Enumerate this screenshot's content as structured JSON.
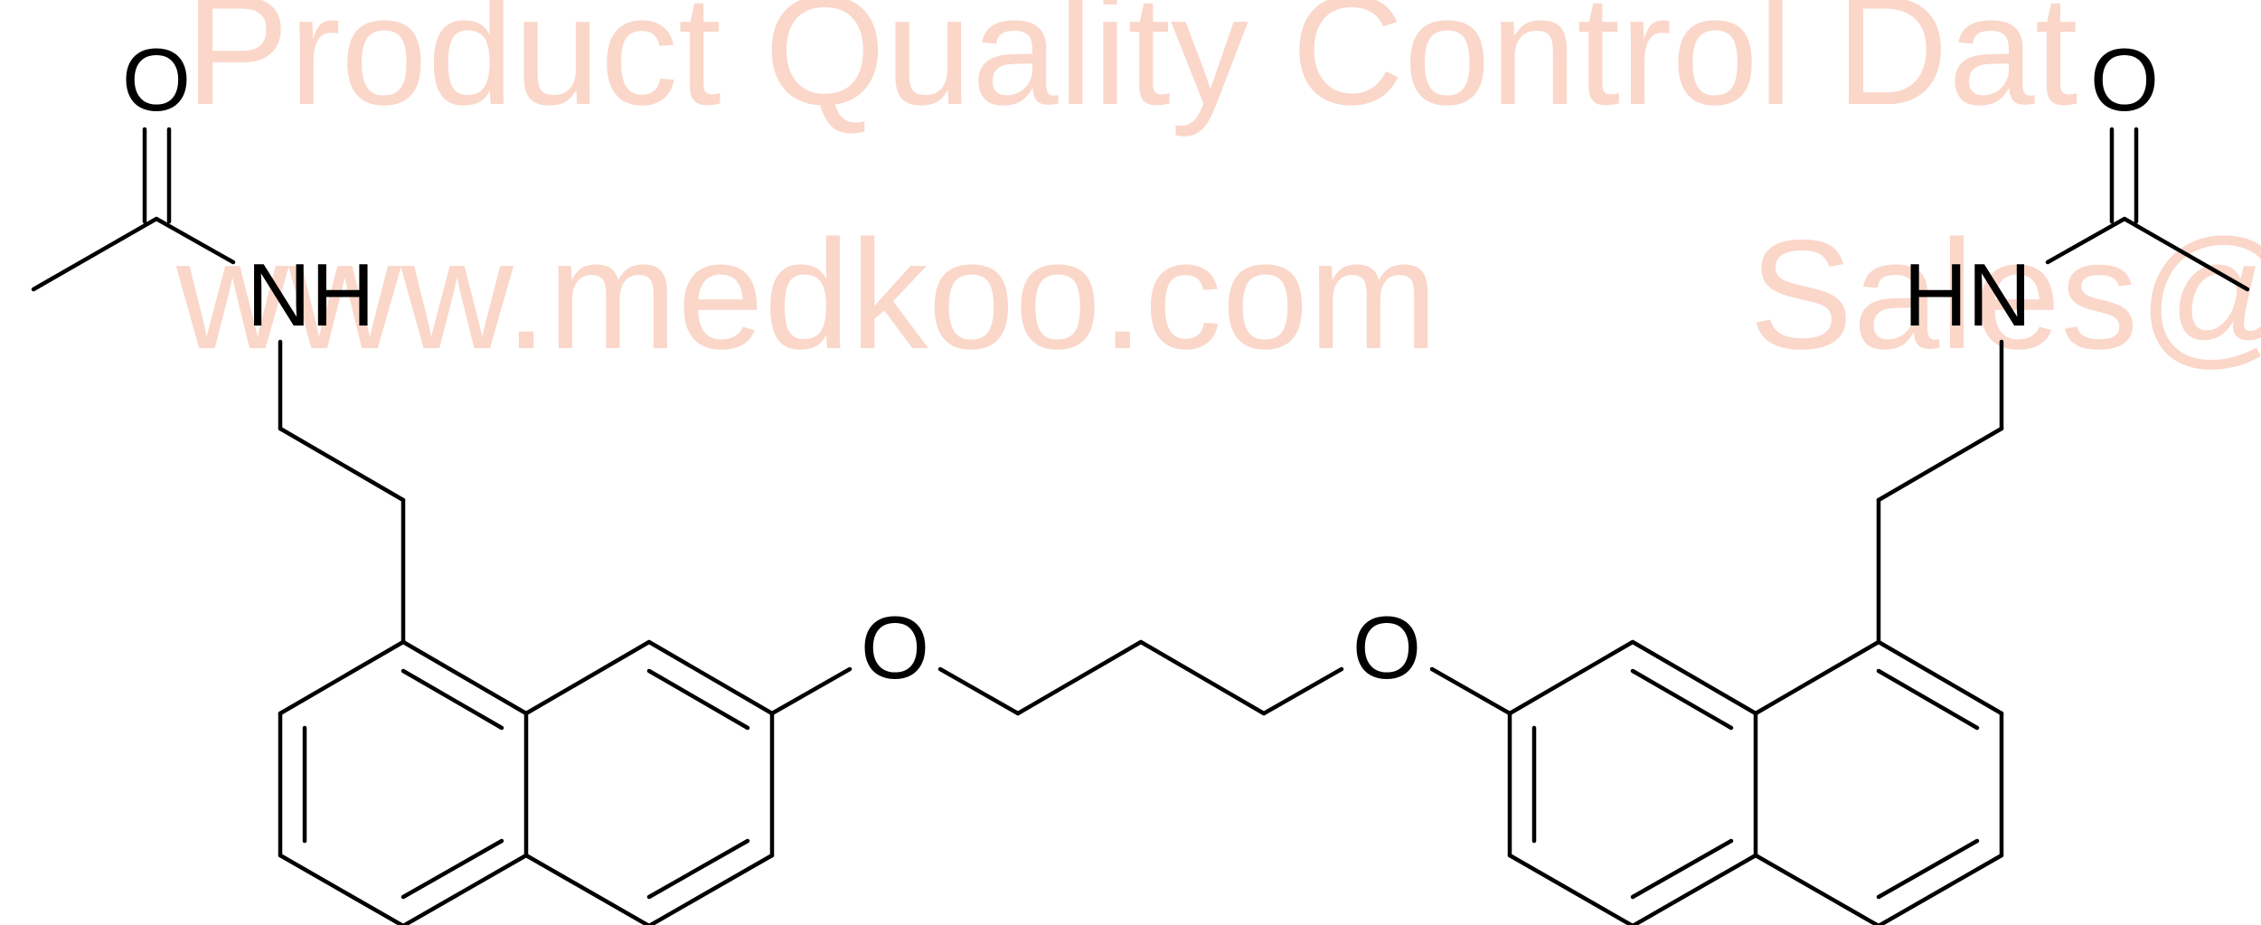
{
  "watermark": {
    "line1": "Product Quality Control Dat",
    "line2_site": "www.medkoo.com",
    "line2_sales": "Sales@"
  },
  "molecule": {
    "atoms": {
      "o_carbonyl_left": "O",
      "nh_left": "NH",
      "o_ether_left": "O",
      "o_ether_right": "O",
      "hn_right": "HN",
      "o_carbonyl_right": "O"
    }
  },
  "colors": {
    "watermark": "#fad7c9",
    "bonds": "#000000"
  }
}
